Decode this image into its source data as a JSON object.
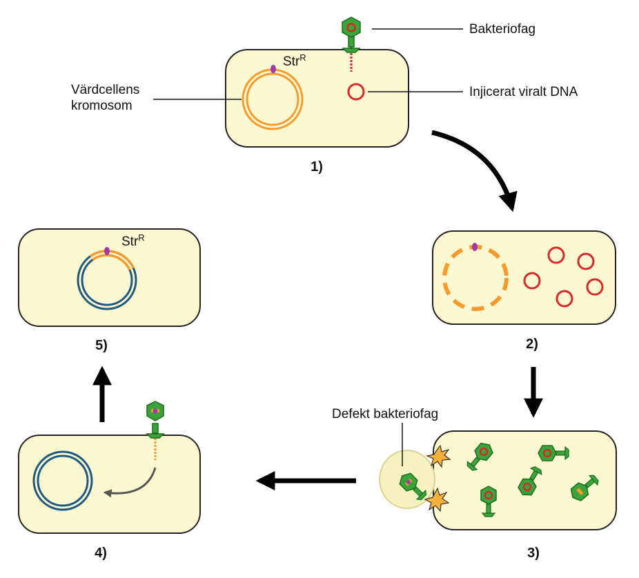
{
  "colors": {
    "cell_fill": "#fcf8d2",
    "cell_stroke": "#222222",
    "host_dna": "#f59a2b",
    "viral_dna": "#d8282a",
    "phage_green": "#3aa33a",
    "phage_outline": "#1d6b1d",
    "recipient_dna": "#1e5a80",
    "marker_purple": "#a03ba8",
    "burst_yellow": "#f5b13a"
  },
  "labels": {
    "bacteriophage": "Bakteriofag",
    "host_chromosome_line1": "Värdcellens",
    "host_chromosome_line2": "kromosom",
    "injected_dna": "Injicerat viralt DNA",
    "defective_phage": "Defekt bakteriofag",
    "marker_base": "Str",
    "marker_sup": "R"
  },
  "steps": [
    "1)",
    "2)",
    "3)",
    "4)",
    "5)"
  ]
}
